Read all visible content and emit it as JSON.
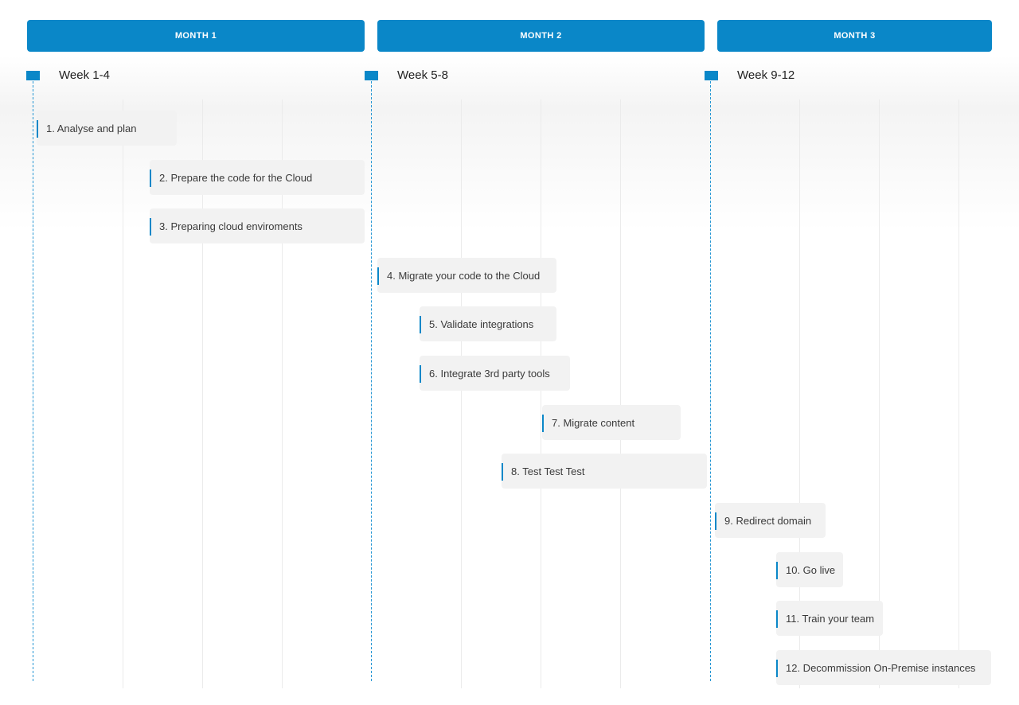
{
  "months": [
    "MONTH 1",
    "MONTH 2",
    "MONTH 3"
  ],
  "weeks": [
    "Week 1-4",
    "Week 5-8",
    "Week 9-12"
  ],
  "tasks": [
    "1. Analyse and plan",
    "2. Prepare the code for the Cloud",
    "3. Preparing cloud enviroments",
    "4. Migrate your code to the Cloud",
    "5. Validate integrations",
    "6. Integrate 3rd party tools",
    "7. Migrate content",
    "8. Test Test Test",
    "9. Redirect domain",
    "10. Go live",
    "11. Train your team",
    "12. Decommission On-Premise instances"
  ],
  "colors": {
    "accent": "#0a87c8",
    "task_bg": "#f2f2f2",
    "grid": "#ebebeb"
  }
}
